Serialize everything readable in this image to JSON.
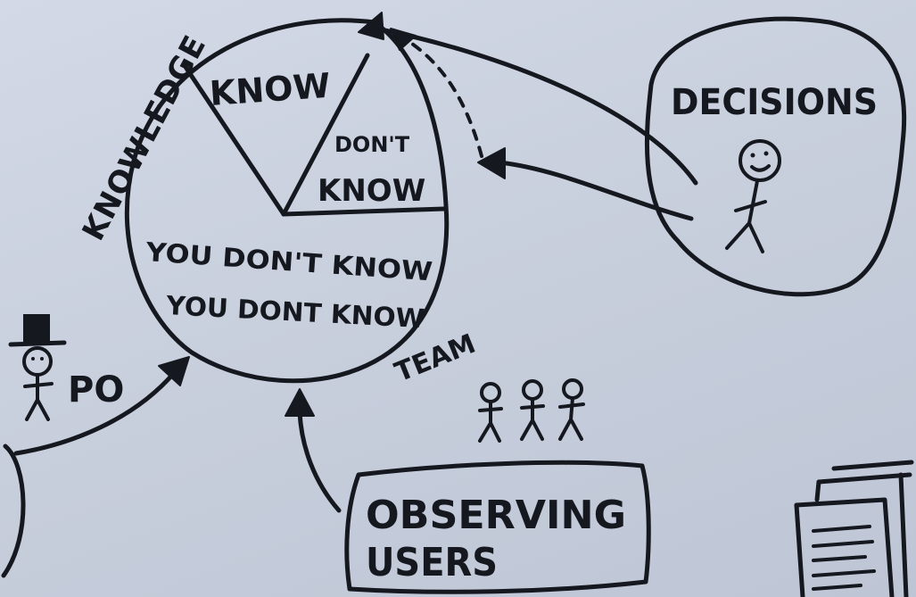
{
  "knowledge_circle": {
    "label": "KNOWLEDGE",
    "segments": {
      "know": "KNOW",
      "dont_know_line1": "DON'T",
      "dont_know_line2": "KNOW",
      "unknown_line1": "YOU DON'T KNOW",
      "unknown_line2": "YOU DONT KNOW"
    }
  },
  "decisions": {
    "label": "DECISIONS"
  },
  "po": {
    "label": "PO"
  },
  "team": {
    "label": "TEAM"
  },
  "observing_users": {
    "line1": "OBSERVING",
    "line2": "USERS"
  },
  "colors": {
    "ink": "#16181f",
    "paper": "#c9d0de"
  }
}
